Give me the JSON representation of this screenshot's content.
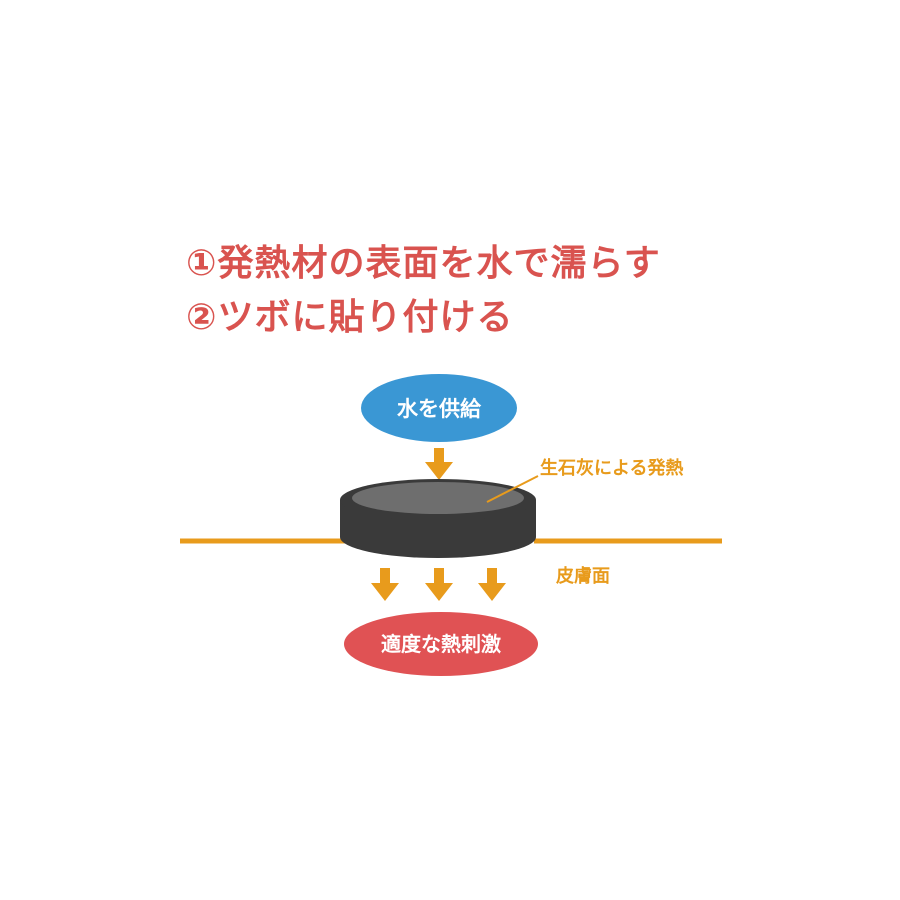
{
  "instructions": {
    "step1": "①発熱材の表面を水で濡らす",
    "step2": "②ツボに貼り付ける"
  },
  "diagram": {
    "water_supply_label": "水を供給",
    "heat_source_label": "生石灰による発熱",
    "skin_surface_label": "皮膚面",
    "stimulus_label": "適度な熱刺激"
  },
  "colors": {
    "instruction_text": "#d9534f",
    "water_ellipse": "#3a97d4",
    "stimulus_ellipse": "#e05254",
    "accent_orange": "#e89b1c",
    "disc_side": "#3a3a3a",
    "disc_top": "#6e6e6e",
    "label_white": "#ffffff"
  },
  "icons": {
    "down_arrow": "down-arrow-icon"
  }
}
